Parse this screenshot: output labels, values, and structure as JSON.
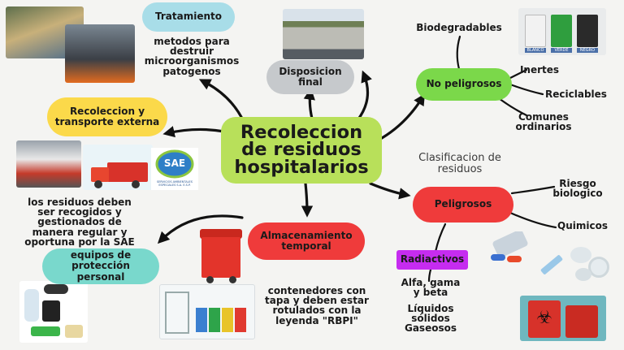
{
  "central": {
    "title": "Recoleccion de residuos hospitalarios"
  },
  "classification_label": "Clasificacion de residuos",
  "nodes": {
    "tratamiento": {
      "label": "Tratamiento",
      "desc": "metodos para destruir microorganismos patogenos"
    },
    "disposicion": {
      "label": "Disposicion final"
    },
    "recoleccion": {
      "label": "Recoleccion y transporte externa",
      "desc": "los residuos deben ser recogidos y gestionados de manera regular y oportuna por la SAE"
    },
    "epp": {
      "label": "equipos de protección personal"
    },
    "almacenamiento": {
      "label": "Almacenamiento temporal",
      "desc": "contenedores con tapa y deben estar rotulados con la leyenda \"RBPI\""
    },
    "no_peligrosos": {
      "label": "No peligrosos",
      "children": [
        "Biodegradables",
        "Inertes",
        "Reciclables",
        "Comunes ordinarios"
      ]
    },
    "peligrosos": {
      "label": "Peligrosos",
      "children": [
        "Riesgo biologico",
        "Quimicos"
      ]
    },
    "radiactivos": {
      "label": "Radiactivos",
      "desc": "Alfa, gama y beta"
    },
    "estados": {
      "label": "Líquidos sólidos Gaseosos"
    }
  },
  "logo": {
    "name": "SAE",
    "caption": "SERVICIOS AMBIENTALES ESPECIALES S.A. E.S.P."
  },
  "bins": {
    "labels": [
      "BLANCO",
      "VERDE",
      "NEGRO"
    ]
  },
  "colors": {
    "background": "#f4f4f2",
    "central": "#b8e05a",
    "yellow": "#fbd94a",
    "grey": "#c6c9cc",
    "blue": "#a8dde8",
    "teal": "#79d8cc",
    "red": "#ef3b3b",
    "green": "#7bd84a",
    "purple": "#c62cf0"
  }
}
